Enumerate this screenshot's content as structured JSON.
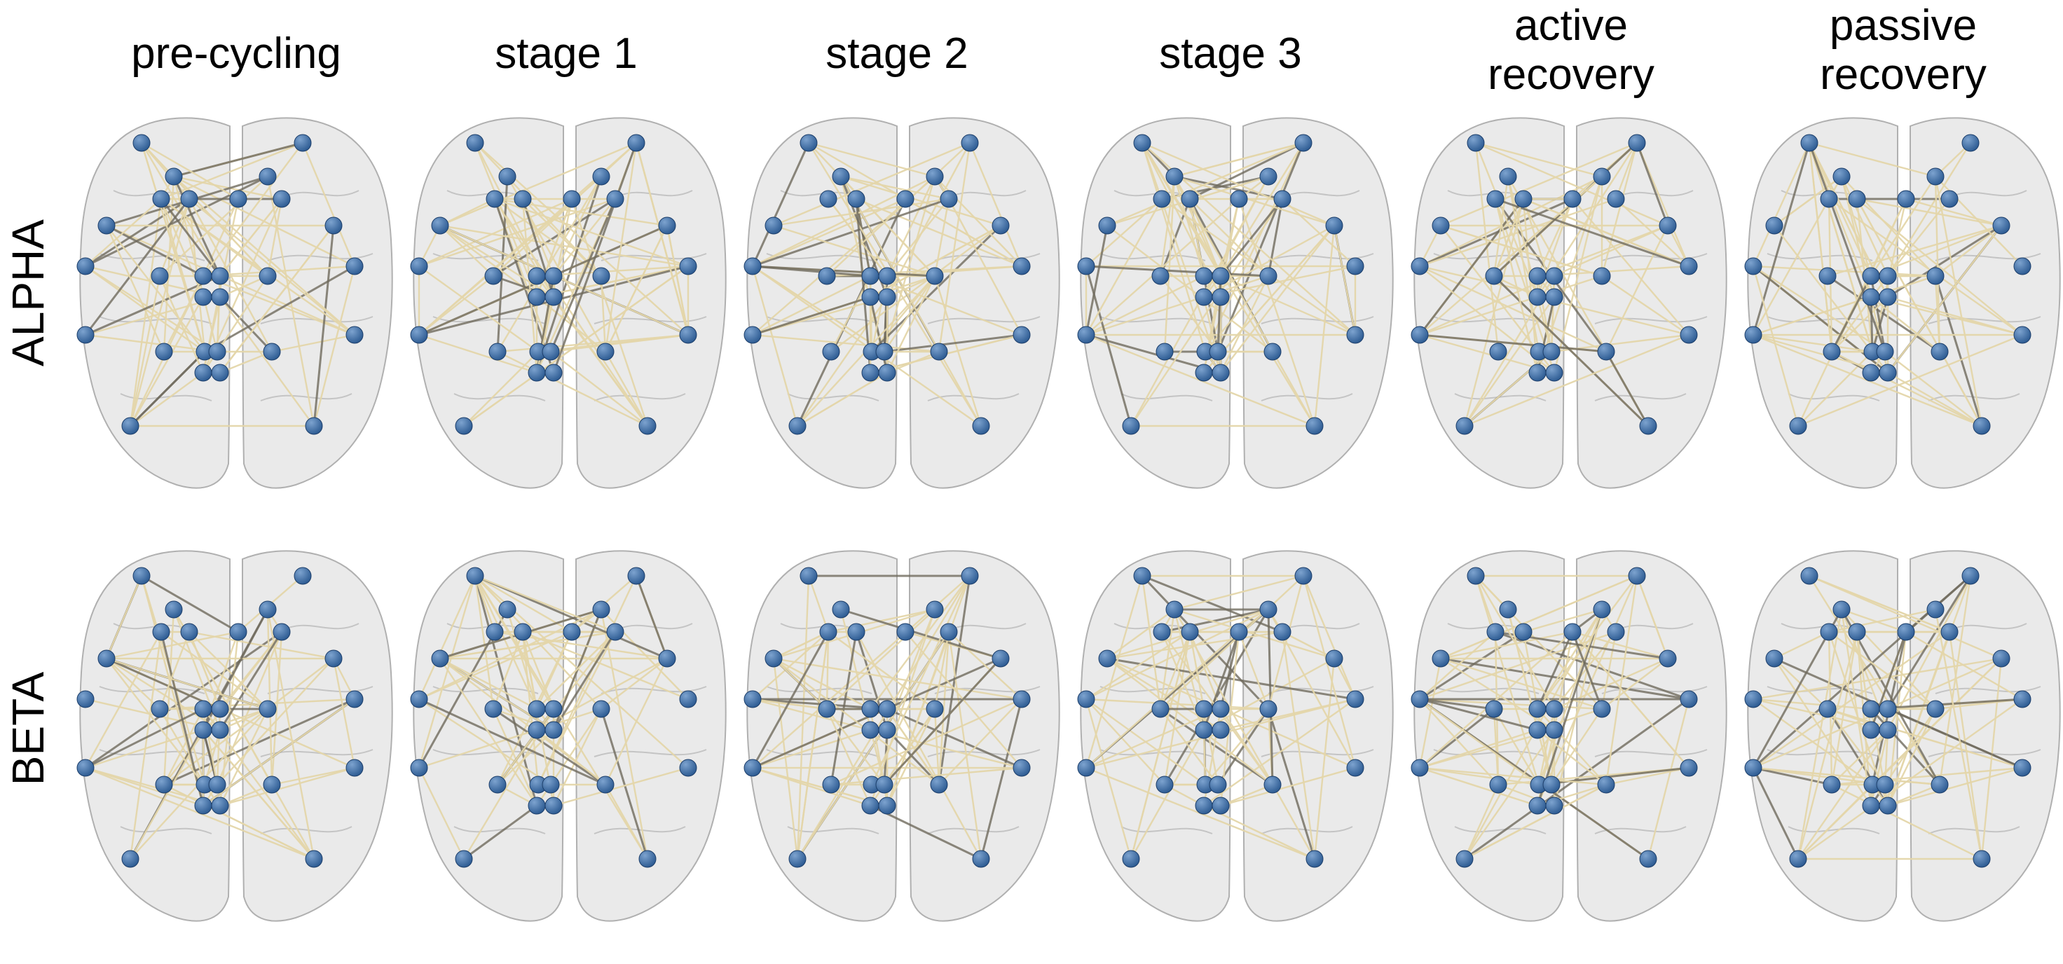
{
  "columns": [
    {
      "id": "pre-cycling",
      "title": "pre-cycling"
    },
    {
      "id": "stage-1",
      "title": "stage 1"
    },
    {
      "id": "stage-2",
      "title": "stage 2"
    },
    {
      "id": "stage-3",
      "title": "stage 3"
    },
    {
      "id": "active-recovery",
      "title": "active recovery",
      "title_lines": [
        "active",
        "recovery"
      ]
    },
    {
      "id": "passive-recovery",
      "title": "passive recovery",
      "title_lines": [
        "passive",
        "recovery"
      ]
    }
  ],
  "rows": [
    {
      "id": "alpha",
      "label": "ALPHA"
    },
    {
      "id": "beta",
      "label": "BETA"
    }
  ],
  "colors": {
    "node": "#2f5d94",
    "node_highlight": "#7da3cf",
    "edge_light": "#e4d6aa",
    "edge_dark": "#6f6a5c",
    "brain_fill": "#d9d9d9",
    "brain_outline": "#b0b0b0",
    "text": "#000000"
  },
  "view": "brain top view, electrode nodes with functional connectivity edges"
}
